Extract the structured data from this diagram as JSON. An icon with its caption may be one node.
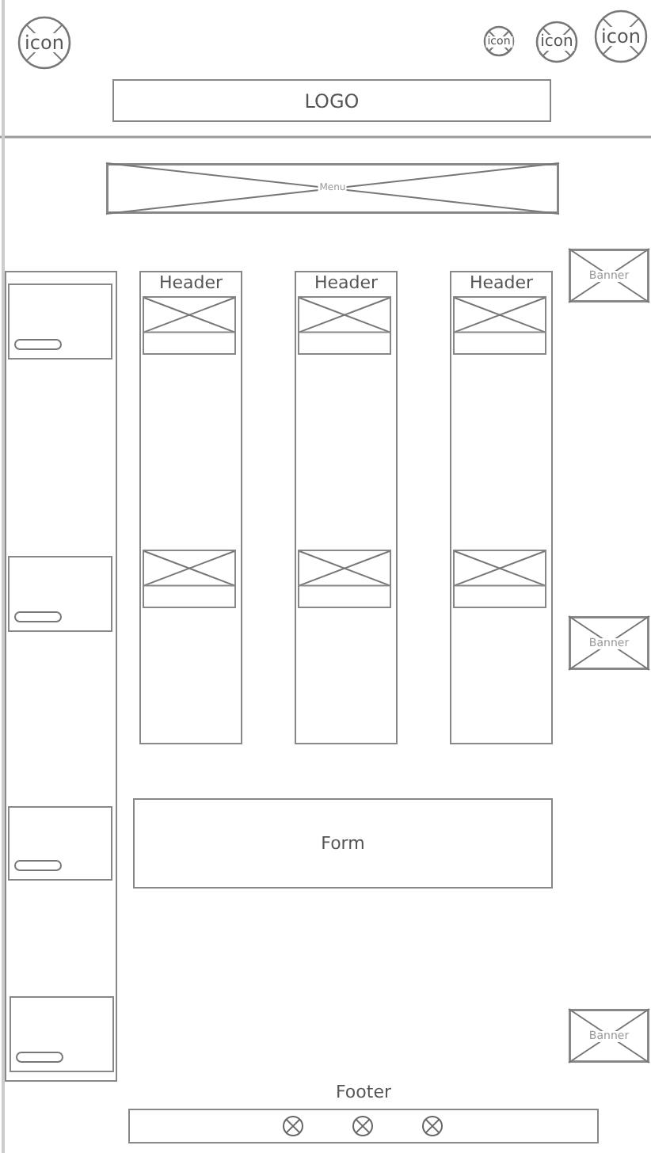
{
  "diagram": {
    "nodes": [
      {
        "text": [
          "icon"
        ]
      },
      {
        "text": [
          "icon"
        ]
      },
      {
        "text": [
          "icon"
        ]
      },
      {
        "text": [
          "icon"
        ]
      },
      {
        "text": [
          "LOGO"
        ]
      },
      {
        "text": [
          "Menu"
        ]
      },
      {
        "text": [],
        "shape": "box"
      },
      {
        "text": [],
        "shape": "box",
        "in": 6
      },
      {
        "text": [],
        "shape": "box",
        "in": 6
      },
      {
        "text": [],
        "shape": "box",
        "in": 6
      },
      {
        "text": [],
        "shape": "box",
        "in": 6
      },
      {
        "text": [
          "Header"
        ]
      },
      {
        "text": [],
        "shape": "box",
        "in": 11
      },
      {
        "text": [],
        "shape": "box",
        "in": 11
      },
      {
        "text": [
          "Header"
        ]
      },
      {
        "text": [],
        "shape": "box",
        "in": 14
      },
      {
        "text": [],
        "shape": "box",
        "in": 14
      },
      {
        "text": [
          "Header"
        ]
      },
      {
        "text": [],
        "shape": "box",
        "in": 17
      },
      {
        "text": [],
        "shape": "box",
        "in": 17
      },
      {
        "text": [
          "Banner"
        ]
      },
      {
        "text": [
          "Banner"
        ]
      },
      {
        "text": [
          "Banner"
        ]
      },
      {
        "text": [
          "Form"
        ]
      },
      {
        "text": [
          "Footer"
        ]
      },
      {
        "text": [],
        "shape": "circle",
        "in": 24
      },
      {
        "text": [],
        "shape": "circle",
        "in": 24
      },
      {
        "text": [],
        "shape": "circle",
        "in": 24
      }
    ]
  }
}
